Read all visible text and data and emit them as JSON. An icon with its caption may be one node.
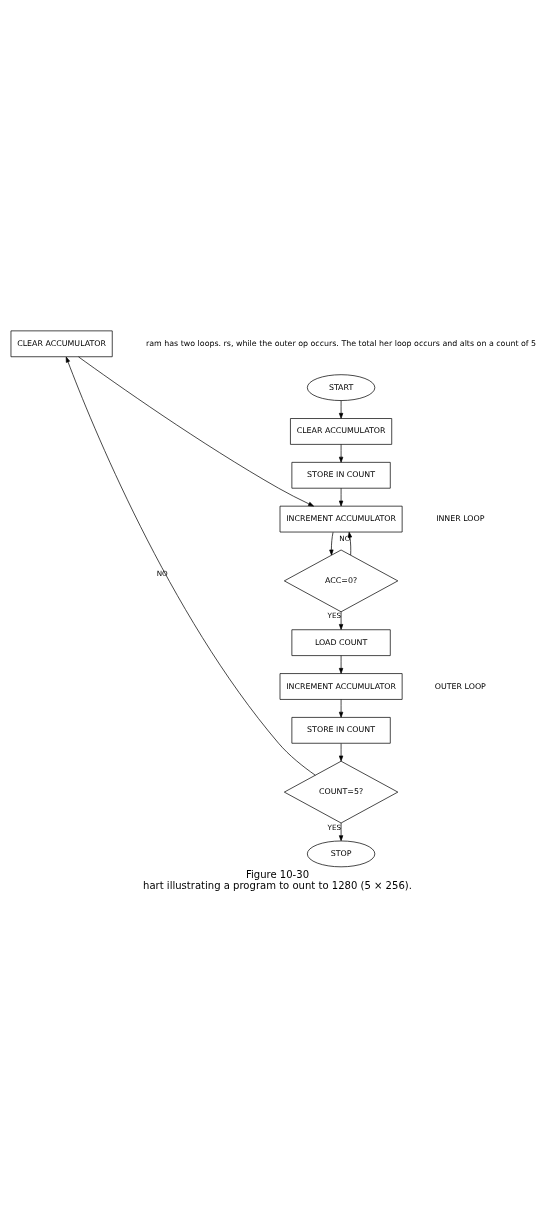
{
  "diagram": {
    "title": "Figure 10-30",
    "caption": "hart illustrating a program to ount to 1280 (5 × 256).",
    "nodes": [
      {
        "text": [
          "START"
        ]
      },
      {
        "text": [
          "CLEAR ACCUMULATOR"
        ]
      },
      {
        "text": [
          "STORE IN COUNT"
        ]
      },
      {
        "text": [
          "INCREMENT ACCUMULATOR"
        ]
      },
      {
        "text": [
          "ACC=0?"
        ]
      },
      {
        "text": [
          "LOAD COUNT"
        ]
      },
      {
        "text": [
          "INCREMENT ACCUMULATOR"
        ]
      },
      {
        "text": [
          "STORE IN COUNT"
        ]
      },
      {
        "text": [
          "COUNT=5?"
        ]
      },
      {
        "text": [
          "CLEAR ACCUMULATOR"
        ]
      },
      {
        "text": [
          "STOP"
        ]
      }
    ],
    "edges": [
      {
        "from": 0,
        "to": 1,
        "arrow": "to"
      },
      {
        "from": 1,
        "to": 2,
        "arrow": "to"
      },
      {
        "from": 2,
        "to": 3,
        "arrow": "to"
      },
      {
        "from": 3,
        "to": 4,
        "arrow": "to"
      },
      {
        "from": 4,
        "to": 3,
        "arrow": "to",
        "label": "NO"
      },
      {
        "from": 4,
        "to": 5,
        "arrow": "to",
        "label": "YES"
      },
      {
        "from": 5,
        "to": 6,
        "arrow": "to"
      },
      {
        "from": 6,
        "to": 7,
        "arrow": "to"
      },
      {
        "from": 7,
        "to": 8,
        "arrow": "to"
      },
      {
        "from": 8,
        "to": 9,
        "arrow": "to",
        "label": "NO"
      },
      {
        "from": 9,
        "to": 3,
        "arrow": "to"
      },
      {
        "from": 8,
        "to": 10,
        "arrow": "to",
        "label": "YES"
      }
    ],
    "labels": [
      "ram has two loops. rs, while the outer op occurs. The total her loop occurs and alts on a count of 5",
      "INNER LOOP",
      "OUTER LOOP"
    ]
  }
}
